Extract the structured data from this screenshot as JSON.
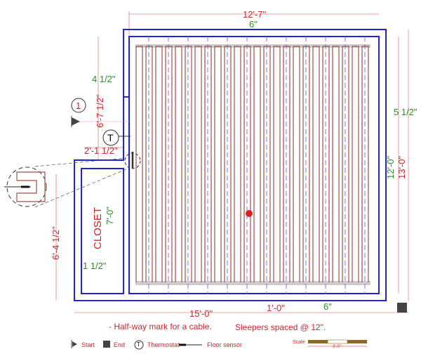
{
  "dimensions": {
    "top_width": "12'-7\"",
    "top_offset": "6\"",
    "left_upper_offset": "4 1/2\"",
    "left_height": "6'-7 1/2\"",
    "closet_width": "2'-1 1/2\"",
    "right_offset": "5 1/2\"",
    "inner_height": "12'-0\"",
    "outer_height": "13'-0\"",
    "closet_height": "7'-0\"",
    "closet_total": "6'-4 1/2\"",
    "closet_offset": "1 1/2\"",
    "total_width": "15'-0\"",
    "sleeper_spacing_dim": "1'-0\"",
    "bottom_offset": "6\""
  },
  "labels": {
    "closet": "CLOSET",
    "circuit_number": "1",
    "thermostat_symbol": "T"
  },
  "notes": {
    "halfway": "- Half-way mark for a cable.",
    "sleepers": "Sleepers spaced @ 12\"."
  },
  "legend": {
    "start": "Start",
    "end": "End",
    "thermostat_symbol": "T",
    "thermostat": "Thermostat",
    "floor_sensor": "Floor sensor",
    "scale": "Scale",
    "scale_length": "3'-0\""
  },
  "colors": {
    "wall": "#2222dd",
    "cable": "#a0504a",
    "dimension": "#d0262c",
    "offset": "#2e8b2e",
    "sleeper": "#7777ee"
  }
}
